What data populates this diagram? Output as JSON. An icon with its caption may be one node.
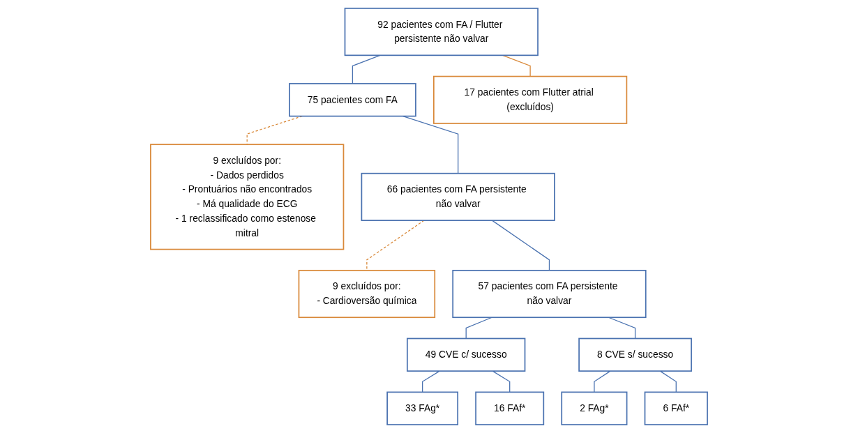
{
  "diagram": {
    "nodes": [
      {
        "text": [
          "92 pacientes com FA / Flutter persistente não valvar"
        ]
      },
      {
        "text": [
          "75 pacientes com FA"
        ]
      },
      {
        "text": [
          "17 pacientes com Flutter atrial (excluídos)"
        ]
      },
      {
        "text": [
          "9 excluídos por:",
          "- Dados perdidos",
          "- Prontuários não encontrados",
          "- Má qualidade do ECG",
          "- 1 reclassificado como estenose mitral"
        ]
      },
      {
        "text": [
          "66 pacientes com FA persistente não valvar"
        ]
      },
      {
        "text": [
          "9 excluídos por:",
          "- Cardioversão química"
        ]
      },
      {
        "text": [
          "57 pacientes com FA persistente não valvar"
        ]
      },
      {
        "text": [
          "49 CVE c/ sucesso"
        ]
      },
      {
        "text": [
          "8 CVE s/ sucesso"
        ]
      },
      {
        "text": [
          "33 FAg*"
        ]
      },
      {
        "text": [
          "16 FAf*"
        ]
      },
      {
        "text": [
          "2 FAg*"
        ]
      },
      {
        "text": [
          "6 FAf*"
        ]
      }
    ],
    "edges": [
      {
        "from": 0,
        "to": 1,
        "arrow": "none"
      },
      {
        "from": 0,
        "to": 2,
        "arrow": "none",
        "color": "#d9893a"
      },
      {
        "from": 1,
        "to": 3,
        "arrow": "none",
        "style": "dashed",
        "color": "#d9893a"
      },
      {
        "from": 1,
        "to": 4,
        "arrow": "none"
      },
      {
        "from": 4,
        "to": 6,
        "arrow": "none"
      },
      {
        "from": 4,
        "to": 5,
        "arrow": "none",
        "style": "dashed",
        "color": "#d9893a"
      },
      {
        "from": 6,
        "to": 7,
        "arrow": "none"
      },
      {
        "from": 6,
        "to": 8,
        "arrow": "none"
      },
      {
        "from": 7,
        "to": 9,
        "arrow": "none"
      },
      {
        "from": 7,
        "to": 10,
        "arrow": "none"
      },
      {
        "from": 8,
        "to": 11,
        "arrow": "none"
      },
      {
        "from": 8,
        "to": 12,
        "arrow": "none"
      }
    ]
  }
}
